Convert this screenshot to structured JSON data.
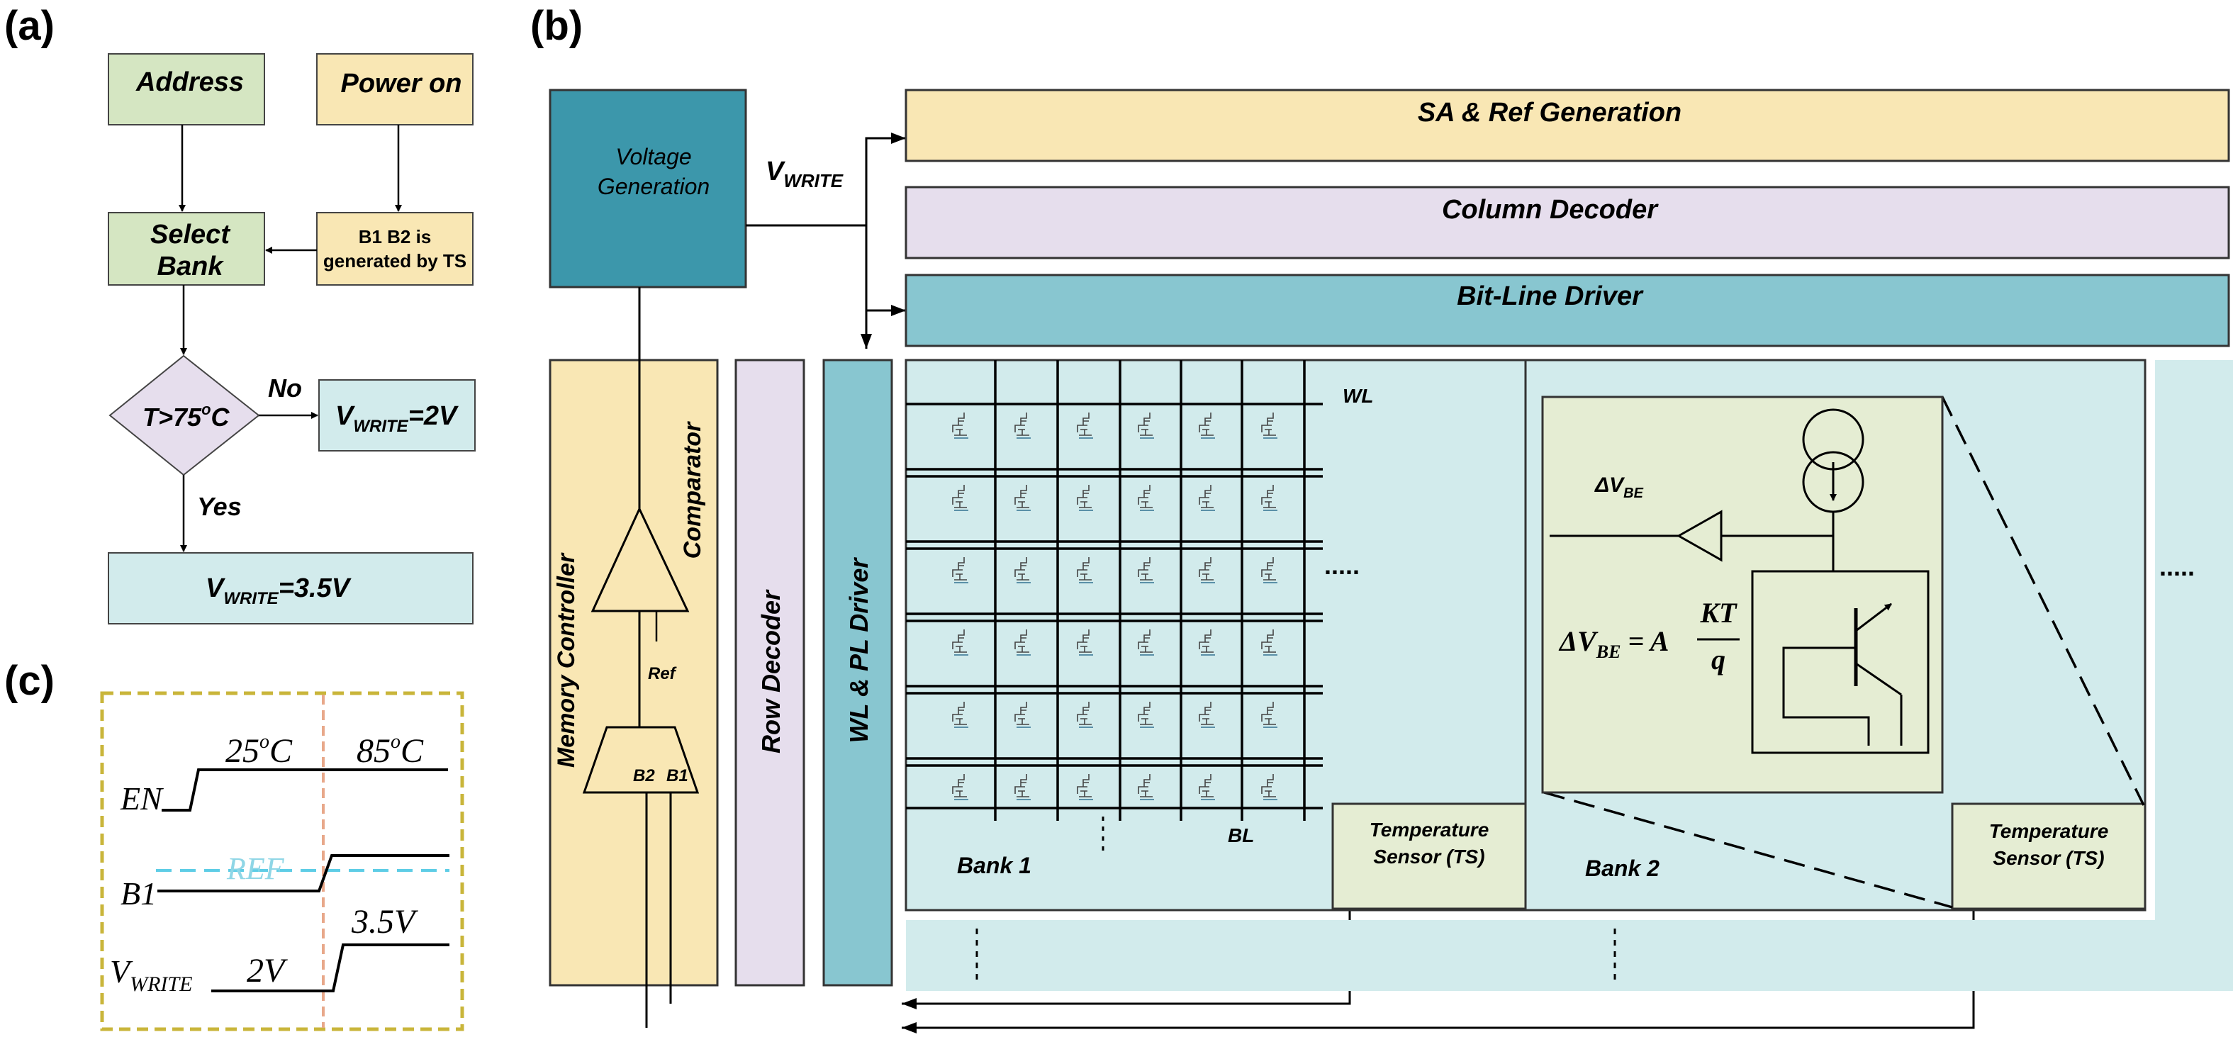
{
  "panels": {
    "a": "(a)",
    "b": "(b)",
    "c": "(c)"
  },
  "flow": {
    "address": "Address",
    "power_on": "Power on",
    "select_bank_line1": "Select",
    "select_bank_line2": "Bank",
    "b1b2_line1": "B1 B2 is",
    "b1b2_line2": "generated by TS",
    "decision_main": "T>75",
    "decision_sup": "o",
    "decision_unit": "C",
    "no_label": "No",
    "yes_label": "Yes",
    "v_write_low_v": "V",
    "v_write_low_sub": "WRITE",
    "v_write_low_val": "=2V",
    "v_write_high_v": "V",
    "v_write_high_sub": "WRITE",
    "v_write_high_val": "=3.5V"
  },
  "arch": {
    "voltage_gen_line1": "Voltage",
    "voltage_gen_line2": "Generation",
    "vwrite_v": "V",
    "vwrite_sub": "WRITE",
    "sa_ref": "SA & Ref Generation",
    "column_decoder": "Column Decoder",
    "bitline_driver": "Bit-Line Driver",
    "memory_controller": "Memory Controller",
    "comparator": "Comparator",
    "ref": "Ref",
    "b2": "B2",
    "b1": "B1",
    "row_decoder": "Row Decoder",
    "wl_pl_driver": "WL & PL Driver",
    "wl": "WL",
    "bl": "BL",
    "bank1": "Bank 1",
    "bank2": "Bank 2",
    "ts1_line1": "Temperature",
    "ts1_line2": "Sensor (TS)",
    "ts2_line1": "Temperature",
    "ts2_line2": "Sensor (TS)",
    "delta_vbe_label": "ΔV",
    "delta_vbe_sub": "BE",
    "eq_lhs": "ΔV",
    "eq_lhs_sub": "BE",
    "eq_mid": " = A",
    "eq_num": "KT",
    "eq_den": "q",
    "dots": "....."
  },
  "timing": {
    "en": "EN",
    "b1": "B1",
    "vwrite_v": "V",
    "vwrite_sub": "WRITE",
    "t25": "25",
    "t25_sup": "o",
    "t25_unit": "C",
    "t85": "85",
    "t85_sup": "o",
    "t85_unit": "C",
    "ref": "REF",
    "v2": "2V",
    "v35": "3.5V"
  },
  "colors": {
    "green": "#d5e6c2",
    "beige": "#f9e7b4",
    "lavender": "#e6deed",
    "lightblue": "#d2ebec",
    "teal": "#88c6d0",
    "darkteal": "#3c97ab",
    "olive_light": "#e5edd3",
    "gold": "#c9b53a",
    "ref_dash": "#5ecde6",
    "salmon": "#e8a88a"
  }
}
